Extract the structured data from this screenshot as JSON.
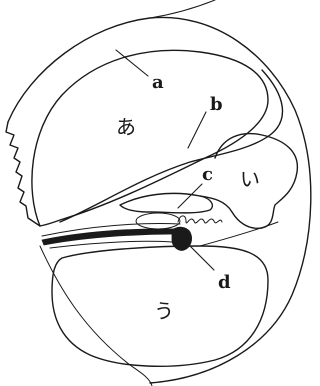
{
  "labels": {
    "a": "a",
    "b": "b",
    "c": "c",
    "d": "d",
    "region_a": "あ",
    "region_i": "い",
    "region_u": "う"
  }
}
